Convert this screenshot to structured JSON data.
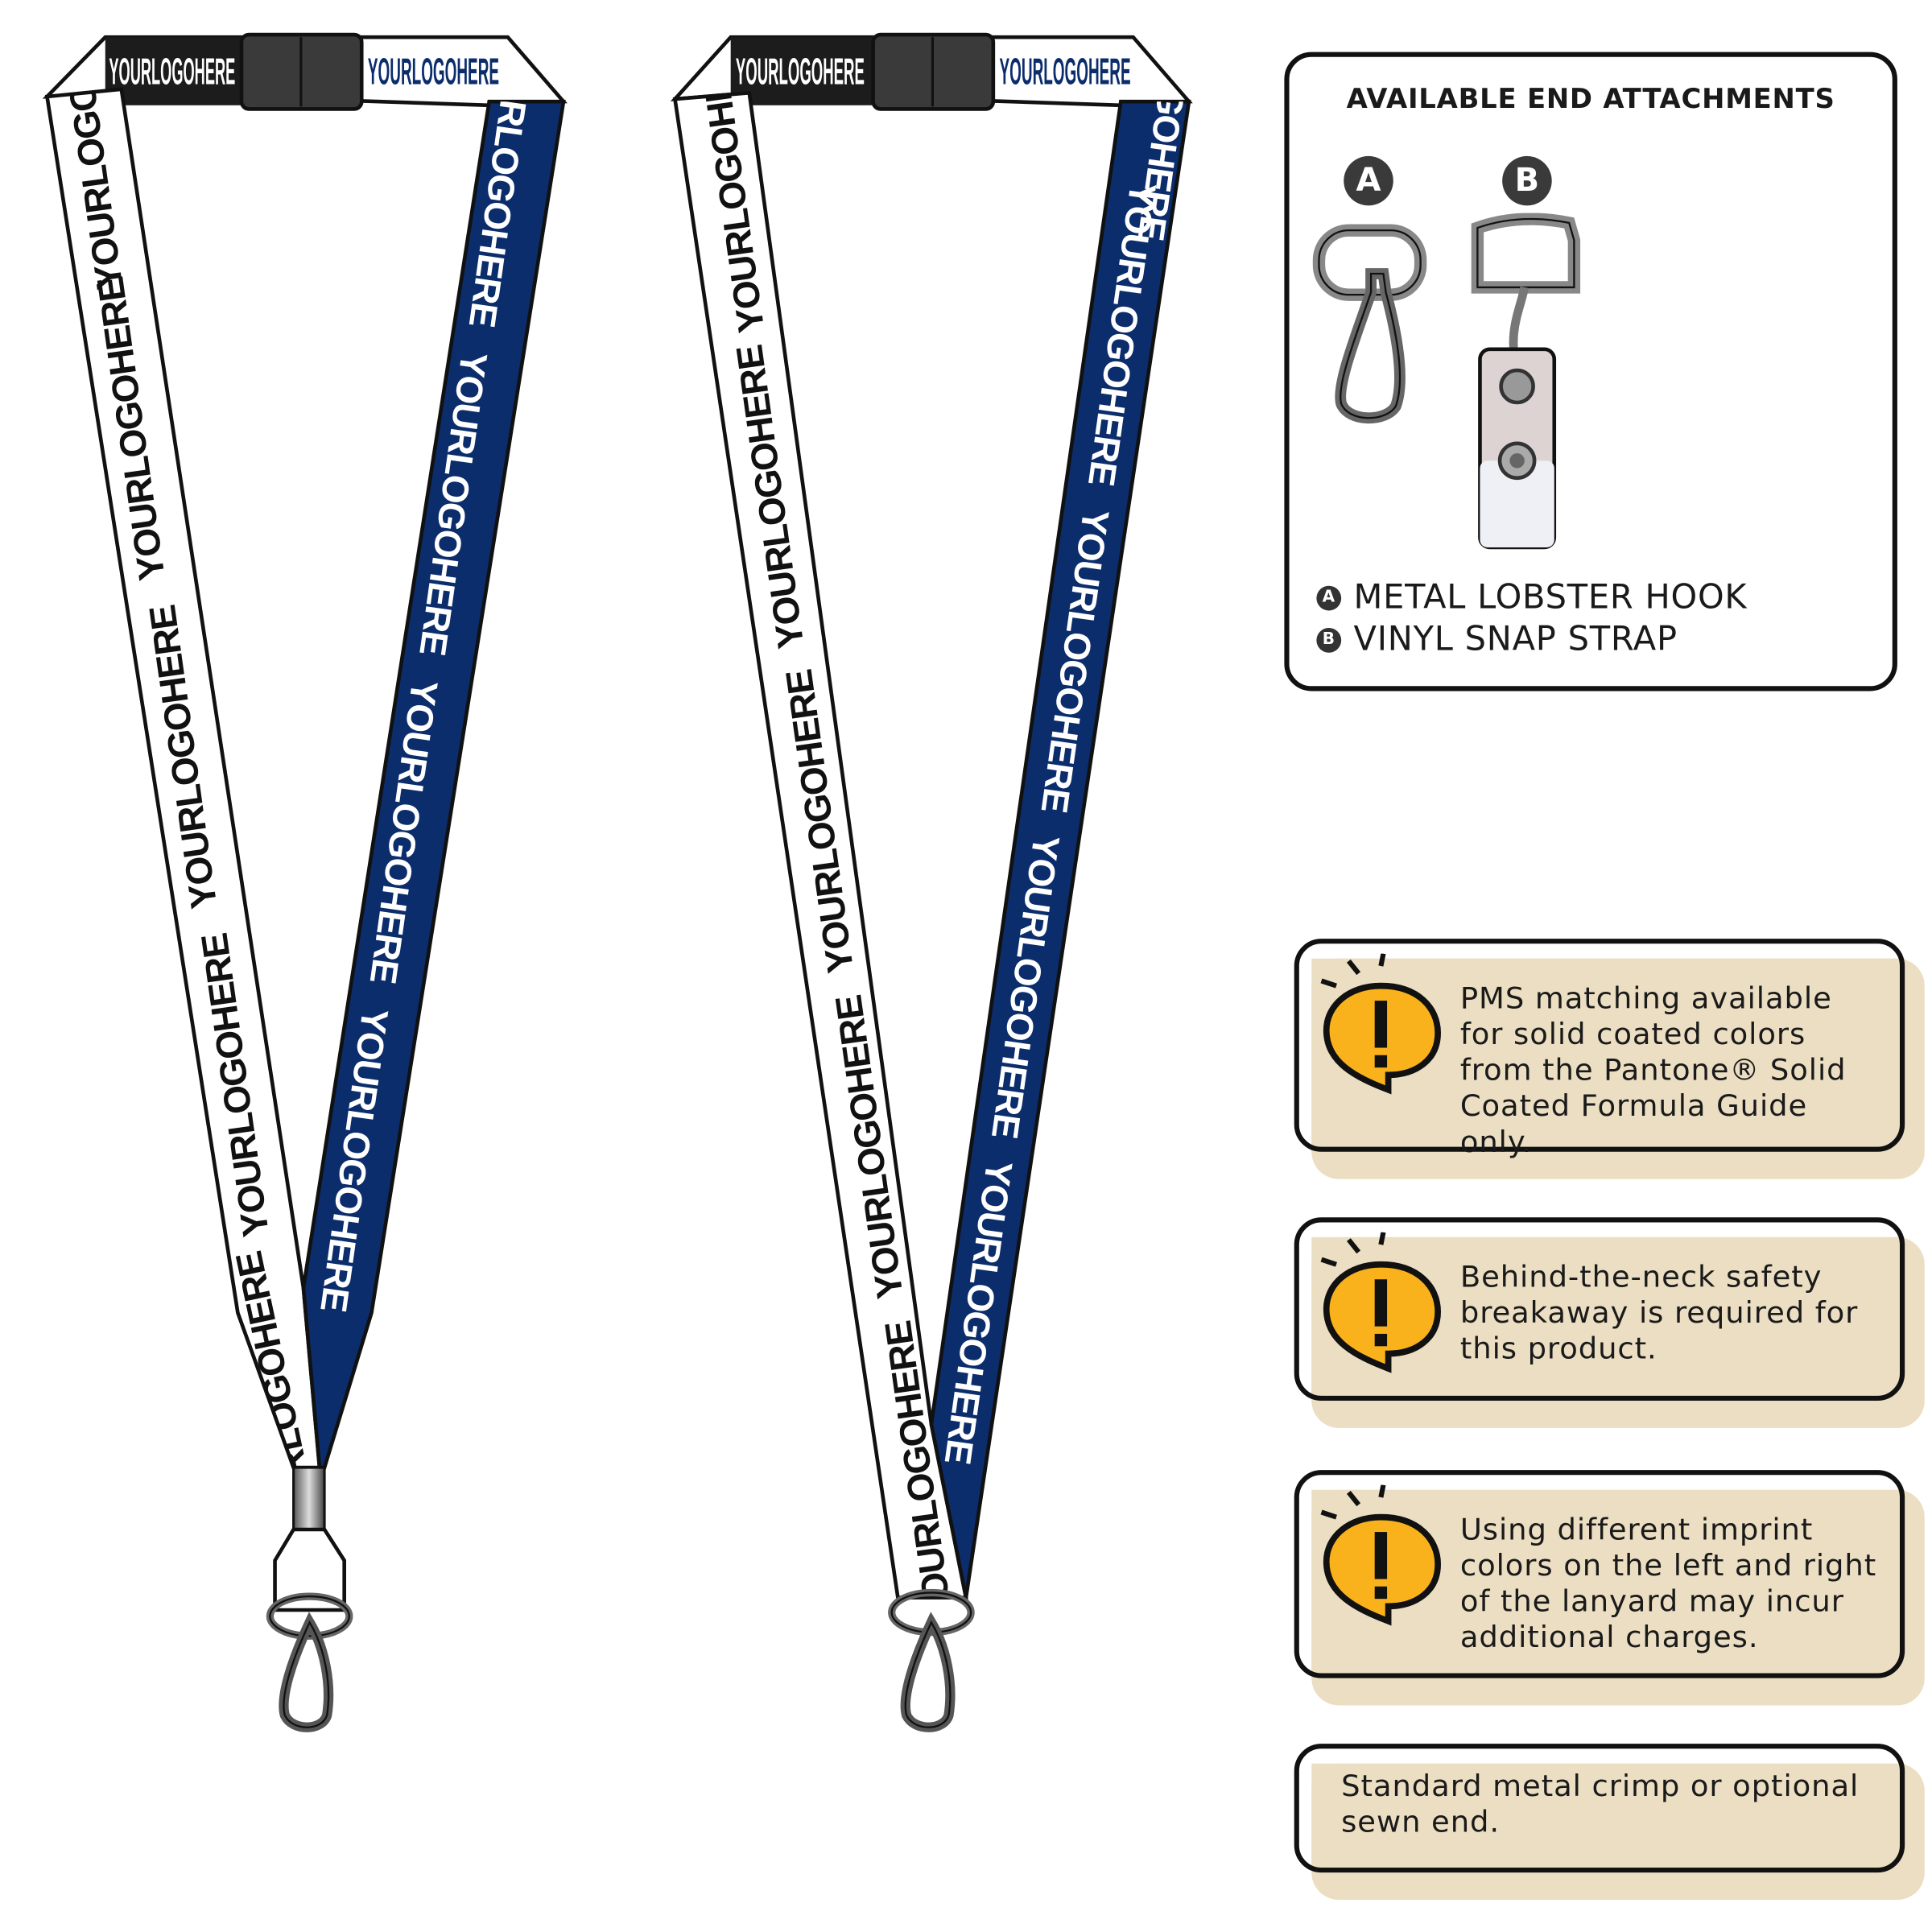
{
  "lanyard": {
    "imprint_text": "YOURLOGOHERE",
    "colors": {
      "left_strip": "#ffffff",
      "right_strip": "#0b2d6b",
      "imprint_on_white": "#111111",
      "imprint_on_blue": "#ffffff"
    }
  },
  "attachments": {
    "title": "AVAILABLE END ATTACHMENTS",
    "items": [
      {
        "badge": "A",
        "label": "METAL LOBSTER HOOK",
        "icon": "lobster-hook-icon"
      },
      {
        "badge": "B",
        "label": "VINYL SNAP STRAP",
        "icon": "vinyl-snap-strap-icon"
      }
    ]
  },
  "notes": [
    {
      "icon": "exclamation-icon",
      "text": "PMS matching available for solid coated colors from the Pantone® Solid Coated Formula Guide only."
    },
    {
      "icon": "exclamation-icon",
      "text": "Behind-the-neck safety breakaway is required for this product."
    },
    {
      "icon": "exclamation-icon",
      "text": "Using different imprint colors on the left and right of the lanyard may incur additional charges."
    },
    {
      "text": "Standard metal crimp or optional sewn end."
    }
  ],
  "colors": {
    "note_bg": "#ebdec2",
    "warning": "#f9b21b",
    "badge": "#3a3a3a"
  }
}
